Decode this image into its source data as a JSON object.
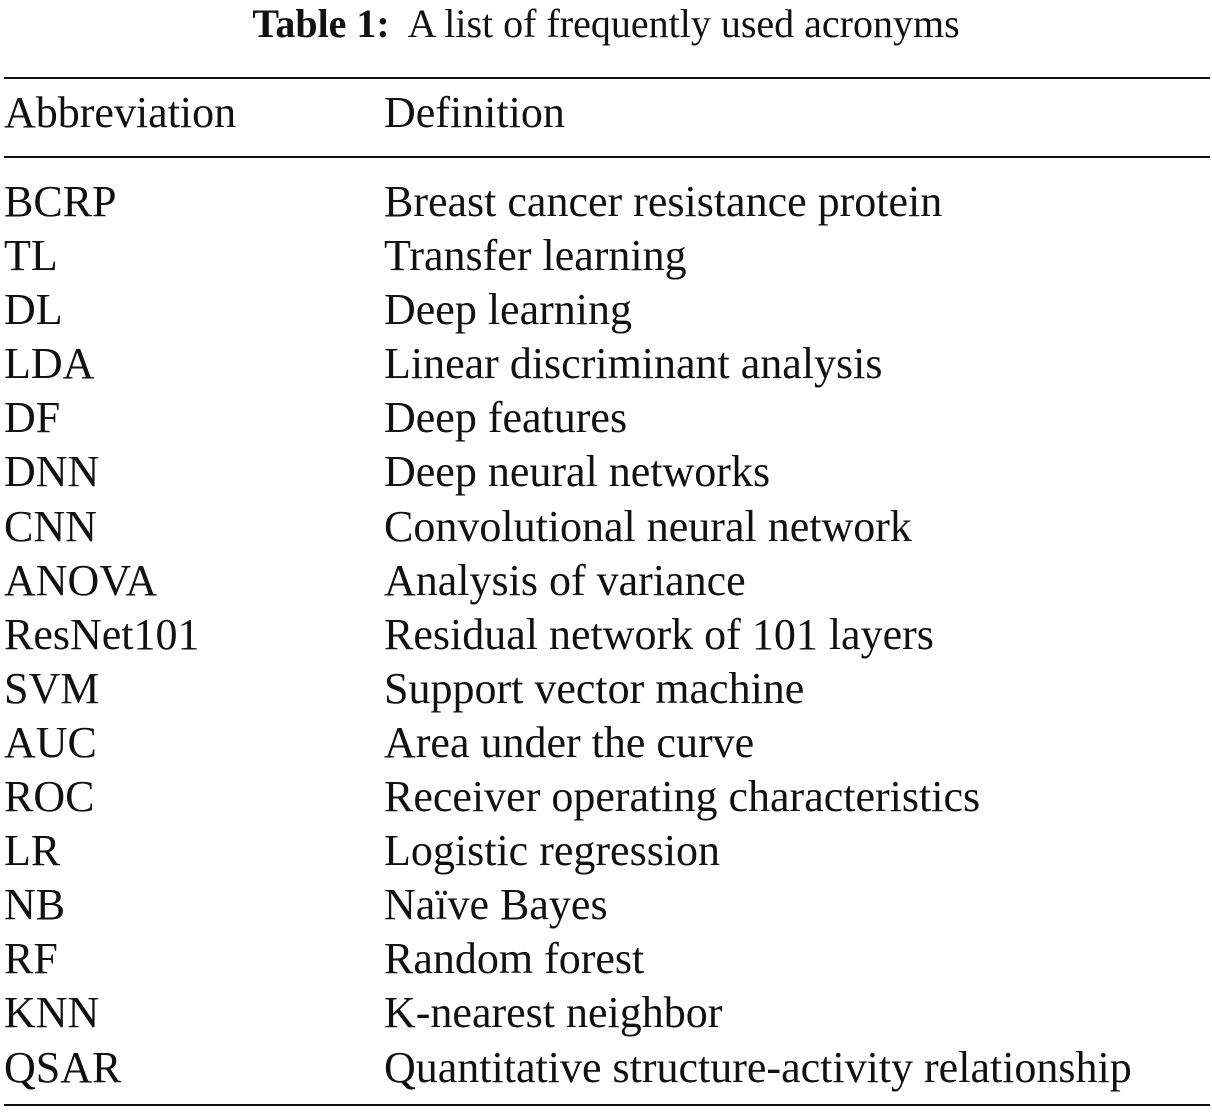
{
  "caption": {
    "label": "Table 1:",
    "text": "A list of frequently used acronyms"
  },
  "table": {
    "headers": [
      "Abbreviation",
      "Definition"
    ],
    "rows": [
      [
        "BCRP",
        "Breast cancer resistance protein"
      ],
      [
        "TL",
        "Transfer learning"
      ],
      [
        "DL",
        "Deep learning"
      ],
      [
        "LDA",
        "Linear discriminant analysis"
      ],
      [
        "DF",
        "Deep features"
      ],
      [
        "DNN",
        "Deep neural networks"
      ],
      [
        "CNN",
        "Convolutional neural network"
      ],
      [
        "ANOVA",
        "Analysis of variance"
      ],
      [
        "ResNet101",
        "Residual network of 101 layers"
      ],
      [
        "SVM",
        "Support vector machine"
      ],
      [
        "AUC",
        "Area under the curve"
      ],
      [
        "ROC",
        "Receiver operating characteristics"
      ],
      [
        "LR",
        "Logistic regression"
      ],
      [
        "NB",
        "Naïve Bayes"
      ],
      [
        "RF",
        "Random forest"
      ],
      [
        "KNN",
        "K-nearest neighbor"
      ],
      [
        "QSAR",
        "Quantitative structure-activity relationship"
      ]
    ]
  }
}
